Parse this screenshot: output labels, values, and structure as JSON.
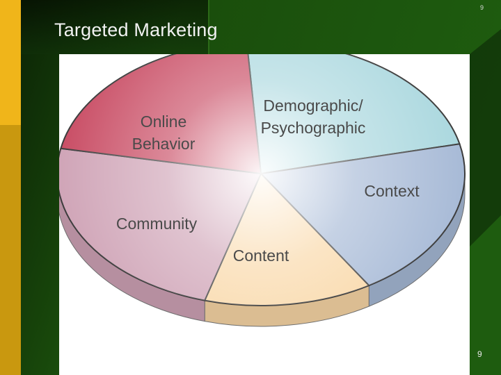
{
  "slide": {
    "title": "Targeted Marketing",
    "page_number": "9",
    "page_number_footer": "9"
  },
  "colors": {
    "background_green": "#1e5a0e",
    "left_band_top": "#f0b51a",
    "left_band_bottom": "#c9980f",
    "title_text": "#f2f2f2"
  },
  "diagram": {
    "segments": [
      {
        "label_lines": [
          "Demographic/",
          "Psychographic"
        ],
        "color": "#a9d7de"
      },
      {
        "label_lines": [
          "Context"
        ],
        "color": "#a6b9d6"
      },
      {
        "label_lines": [
          "Content"
        ],
        "color": "#f9d7a6"
      },
      {
        "label_lines": [
          "Community"
        ],
        "color": "#cfa3b6"
      },
      {
        "label_lines": [
          "Online",
          "Behavior"
        ],
        "color": "#c84a62"
      }
    ]
  }
}
